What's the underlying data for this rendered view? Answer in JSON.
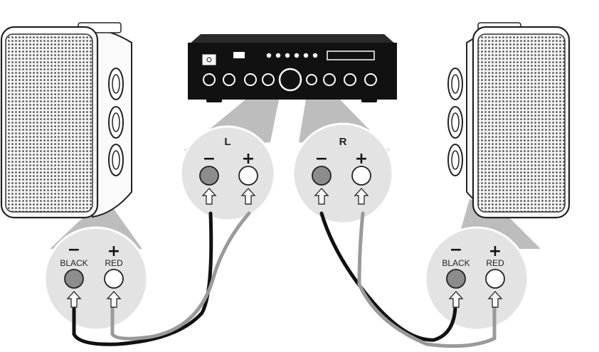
{
  "amplifier": {
    "left_channel_label": "L",
    "right_channel_label": "R",
    "terminal_negative_sign": "−",
    "terminal_positive_sign": "+"
  },
  "speaker_terminals": {
    "negative_sign": "−",
    "positive_sign": "+",
    "negative_label": "BLACK",
    "positive_label": "RED"
  },
  "colors": {
    "negative_wire": "#111111",
    "positive_wire": "#9a9a9a",
    "negative_terminal": "#8c8c8c",
    "positive_terminal": "#ffffff",
    "callout": "#bdbdbd",
    "callout_circle": "#e3e3e3",
    "amplifier_body": "#111111"
  },
  "icons": [
    "power-switch-icon",
    "usb-port-icon",
    "knob-icon",
    "arrow-up-icon"
  ]
}
